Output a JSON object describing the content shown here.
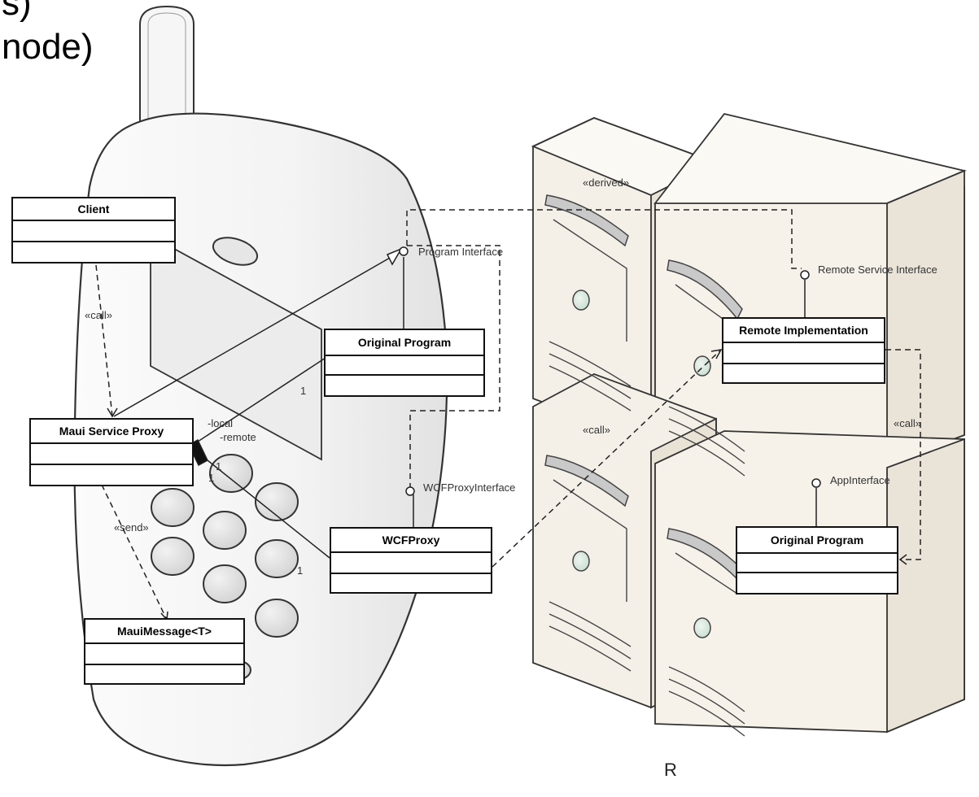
{
  "title_fragments": {
    "line1": "s)",
    "line2": "node)"
  },
  "bottom_letter": "R",
  "classes": {
    "client": {
      "name": "Client"
    },
    "maui_service_proxy": {
      "name": "Maui Service Proxy"
    },
    "maui_message": {
      "name": "MauiMessage<T>"
    },
    "original_program_phone": {
      "name": "Original Program"
    },
    "wcf_proxy": {
      "name": "WCFProxy"
    },
    "remote_implementation": {
      "name": "Remote Implementation"
    },
    "original_program_server": {
      "name": "Original Program"
    }
  },
  "labels": {
    "call_client": "«call»",
    "send": "«send»",
    "derived": "«derived»",
    "call_server": "«call»",
    "call_remote": "«call»",
    "program_interface": "Program Interface",
    "remote_service_interface": "Remote Service Interface",
    "wcf_proxy_interface": "WCFProxyInterface",
    "app_interface": "AppInterface",
    "local": "-local",
    "remote": "-remote",
    "mult_1a": "1",
    "mult_1b": "1",
    "mult_1c": "1",
    "mult_1d": "1"
  }
}
